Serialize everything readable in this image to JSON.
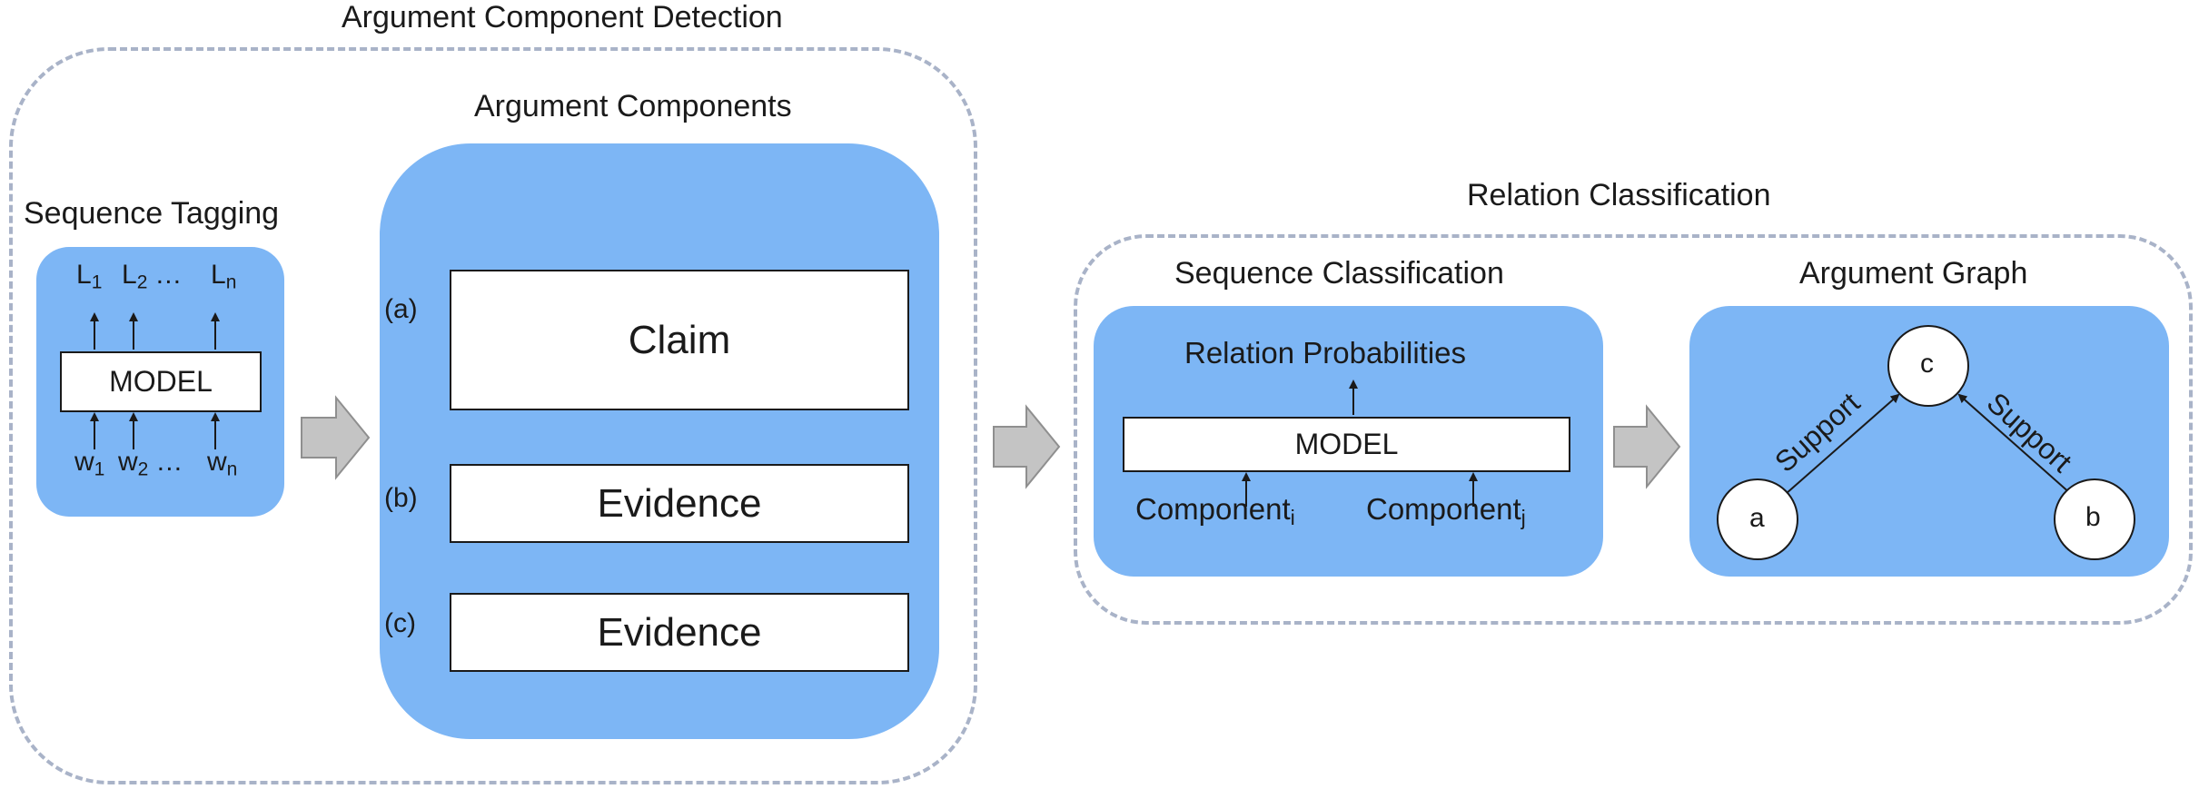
{
  "detection": {
    "title": "Argument Component Detection",
    "sequence_tagging": {
      "title": "Sequence Tagging",
      "labels": {
        "l1": "L",
        "l1_sub": "1",
        "l2": "L",
        "l2_sub": "2",
        "dots": "…",
        "ln": "L",
        "ln_sub": "n"
      },
      "model": "MODEL",
      "words": {
        "w1": "w",
        "w1_sub": "1",
        "w2": "w",
        "w2_sub": "2",
        "dots": "…",
        "wn": "w",
        "wn_sub": "n"
      }
    },
    "components": {
      "title": "Argument Components",
      "items": [
        {
          "marker": "(a)",
          "label": "Claim"
        },
        {
          "marker": "(b)",
          "label": "Evidence"
        },
        {
          "marker": "(c)",
          "label": "Evidence"
        }
      ]
    }
  },
  "relation": {
    "title": "Relation Classification",
    "sequence_classification": {
      "title": "Sequence Classification",
      "output": "Relation Probabilities",
      "model": "MODEL",
      "input_i": "Component",
      "input_i_sub": "i",
      "input_j": "Component",
      "input_j_sub": "j"
    },
    "graph": {
      "title": "Argument Graph",
      "nodes": {
        "a": "a",
        "b": "b",
        "c": "c"
      },
      "edge_left": "Support",
      "edge_right": "Support"
    }
  },
  "colors": {
    "panel_blue": "#7db6f5",
    "dash": "#a9b3c8",
    "arrow_gray": "#c4c4c4"
  }
}
